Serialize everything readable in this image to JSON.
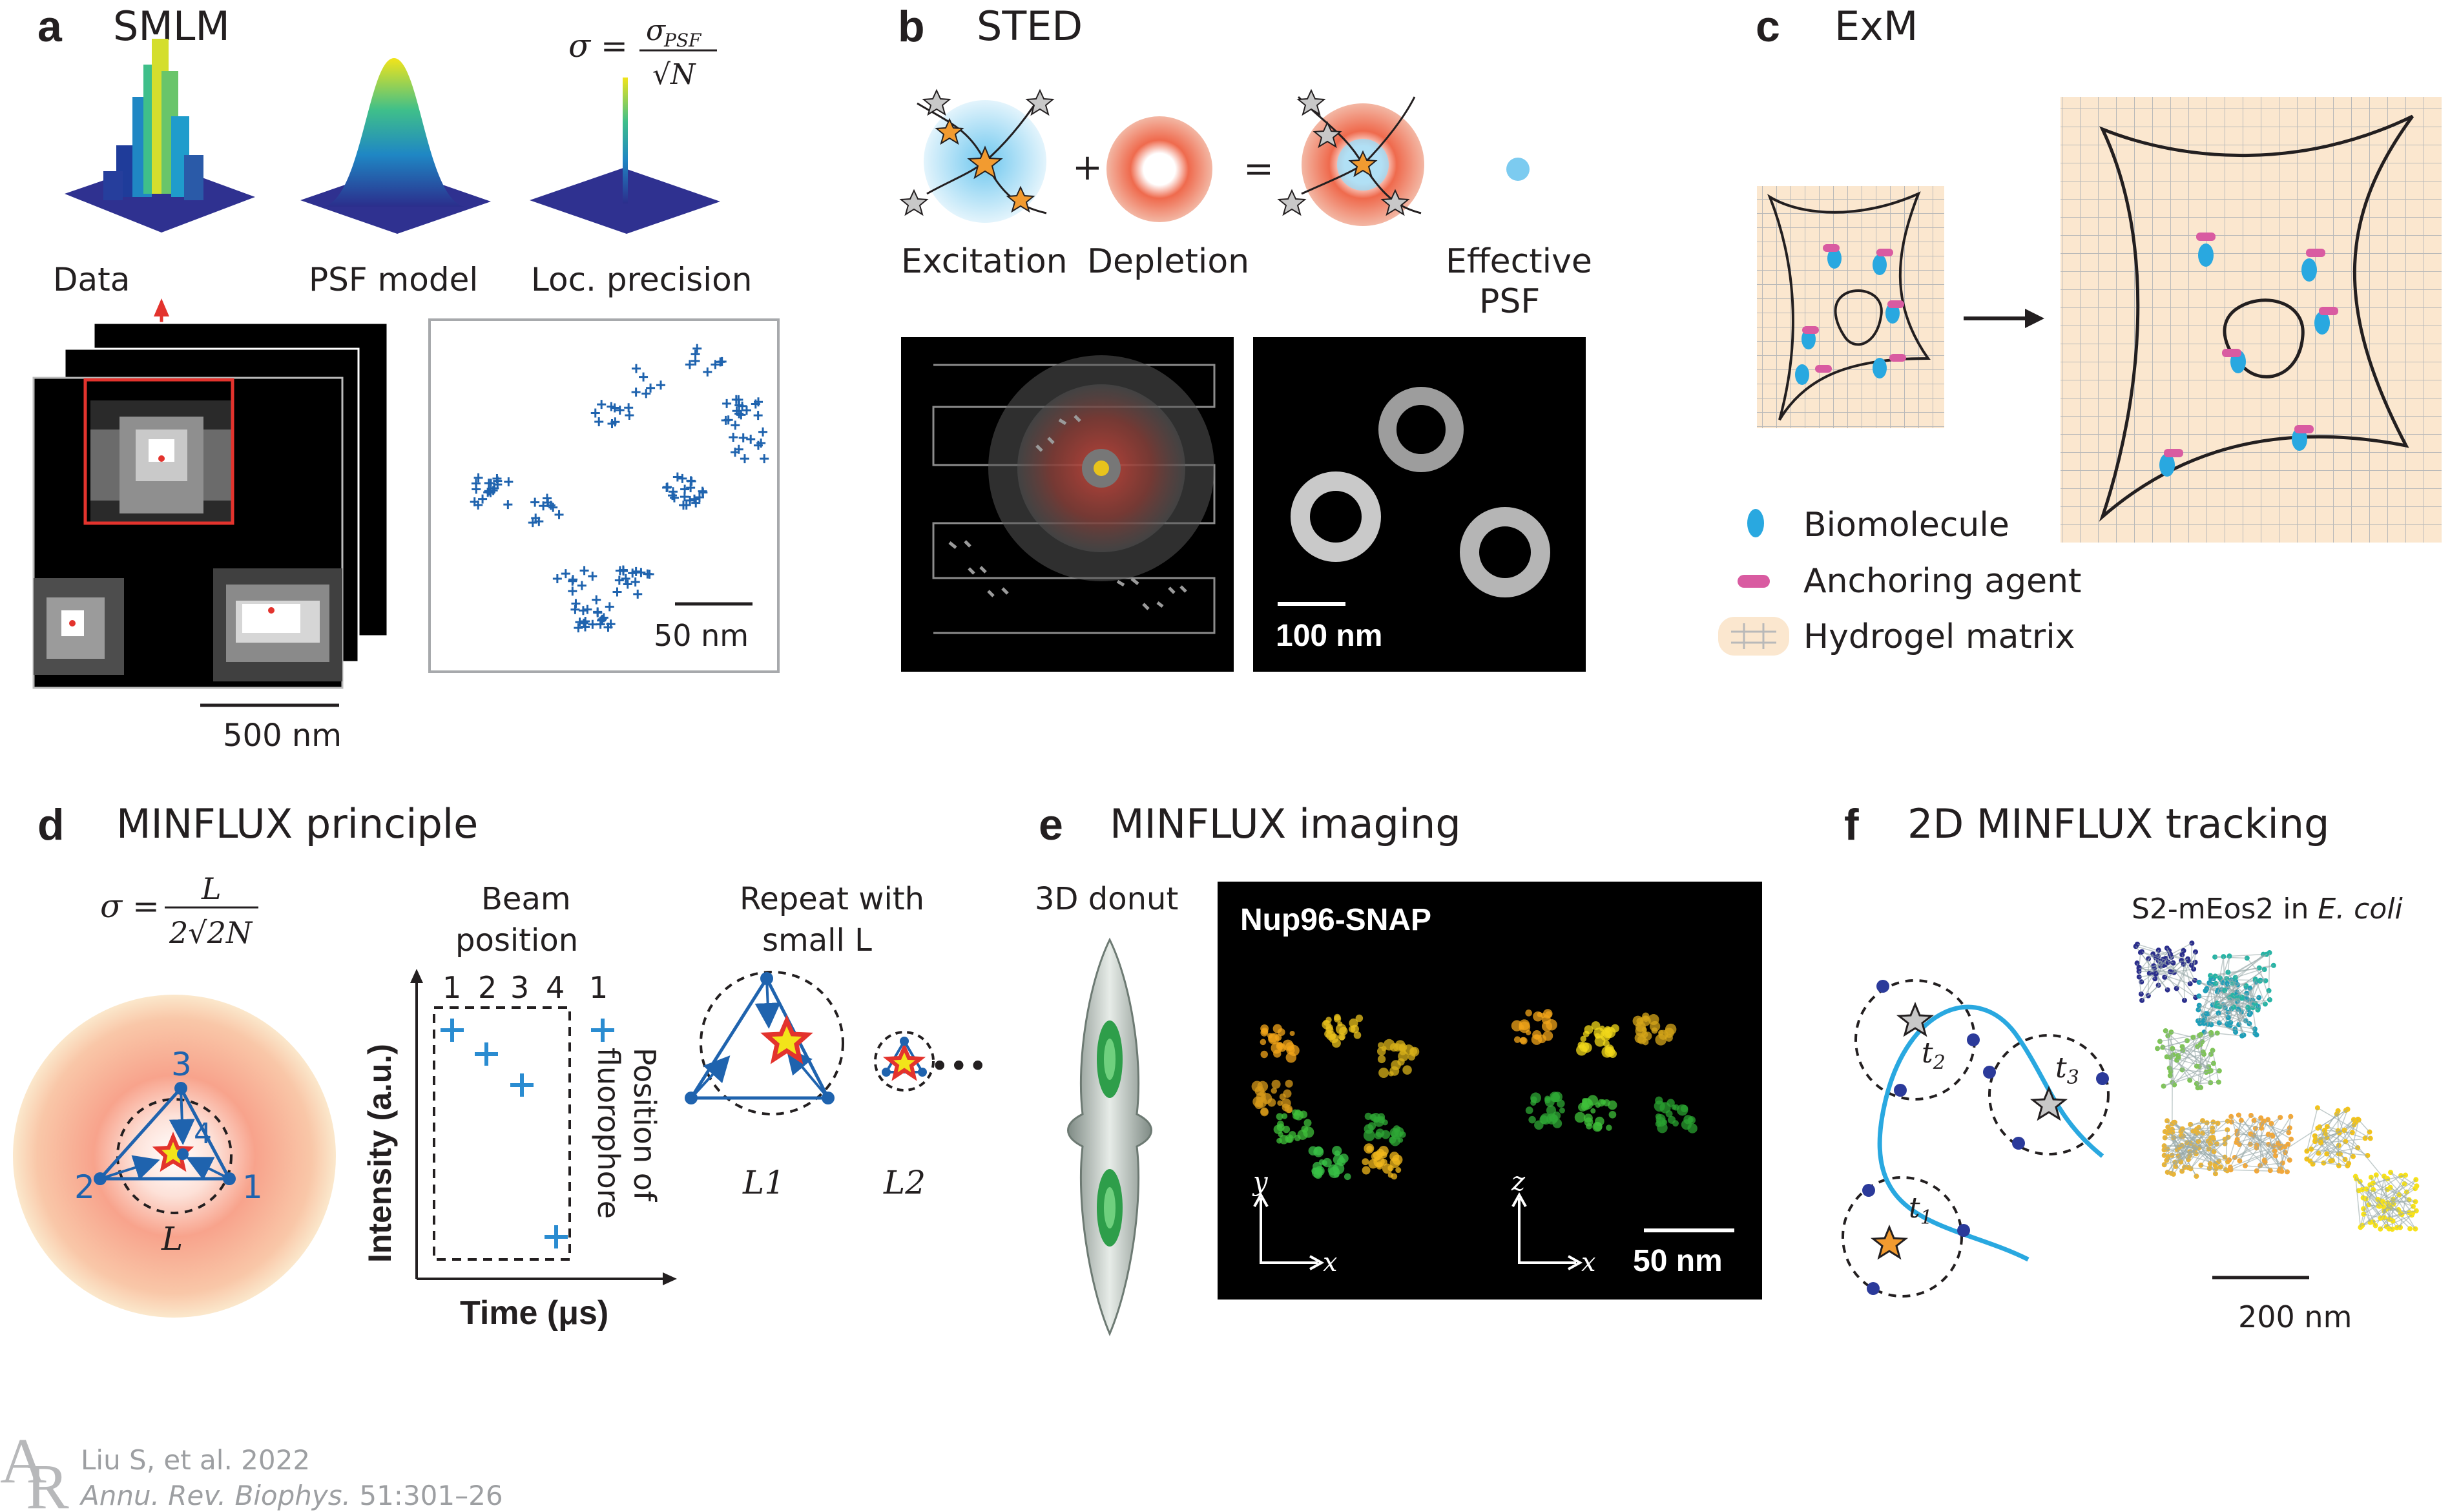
{
  "panel_a": {
    "letter": "a",
    "title": "SMLM",
    "formula_sigma": "σ =",
    "formula_num": "σ",
    "formula_num_sub": "PSF",
    "formula_den": "√N",
    "label_data": "Data",
    "label_psf": "PSF model",
    "label_loc": "Loc. precision",
    "scale_left": "500 nm",
    "scale_right": "50 nm"
  },
  "panel_b": {
    "letter": "b",
    "title": "STED",
    "plus": "+",
    "equals": "=",
    "label_excitation": "Excitation",
    "label_depletion": "Depletion",
    "label_effective_1": "Effective",
    "label_effective_2": "PSF",
    "scale": "100 nm"
  },
  "panel_c": {
    "letter": "c",
    "title": "ExM",
    "legend": [
      "Biomolecule",
      "Anchoring agent",
      "Hydrogel matrix"
    ]
  },
  "panel_d": {
    "letter": "d",
    "title": "MINFLUX principle",
    "formula_sigma": "σ =",
    "formula_num": "L",
    "formula_den": "2√2N",
    "beam_label_1": "Beam",
    "beam_label_2": "position",
    "beam_positions": [
      "1",
      "2",
      "3",
      "4",
      "1"
    ],
    "ylabel": "Intensity (a.u.)",
    "xlabel": "Time (μs)",
    "side_label_1": "Position of",
    "side_label_2": "fluorophore",
    "repeat_1": "Repeat with",
    "repeat_2": "small L",
    "circle_numbers": [
      "1",
      "2",
      "3",
      "4"
    ],
    "L": "L",
    "L1": "L1",
    "L2": "L2",
    "ellipsis": "•••"
  },
  "panel_e": {
    "letter": "e",
    "title": "MINFLUX imaging",
    "donut_label": "3D donut",
    "image_label": "Nup96-SNAP",
    "axis_y": "y",
    "axis_x": "x",
    "axis_z": "z",
    "axis_x2": "x",
    "scale": "50 nm"
  },
  "panel_f": {
    "letter": "f",
    "title": "2D MINFLUX tracking",
    "subtitle_pre": "S2-mEos2 in ",
    "subtitle_em": "E. coli",
    "t1": "t",
    "t1_sub": "1",
    "t2": "t",
    "t2_sub": "2",
    "t3": "t",
    "t3_sub": "3",
    "scale": "200 nm"
  },
  "credit": {
    "logo_1": "A",
    "logo_2": "R",
    "line1": "Liu S, et al. 2022",
    "line2_em": "Annu. Rev. Biophys.",
    "line2_rest": " 51:301–26"
  },
  "colors": {
    "blue": "#1f63ae",
    "red": "#e3332d",
    "orange": "#f29b30",
    "peach": "#fbe7cf",
    "cyan": "#29a8e0",
    "magenta": "#d95ba1"
  }
}
